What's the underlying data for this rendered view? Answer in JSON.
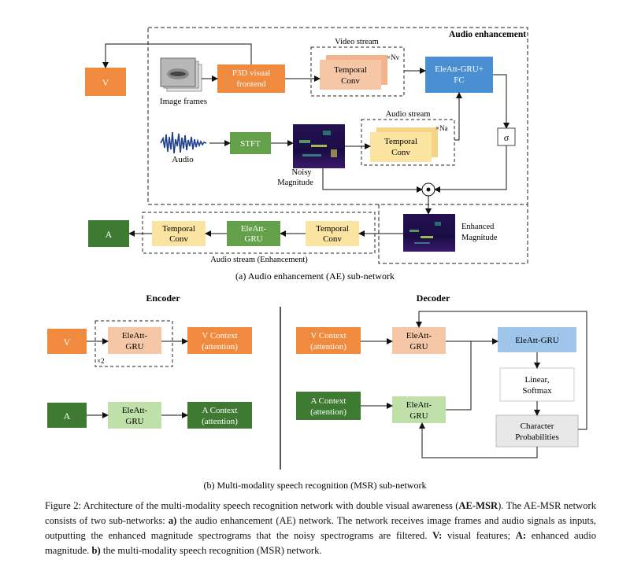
{
  "figure": {
    "ae": {
      "region_title": "Audio enhancement",
      "v_label": "V",
      "image_frames_label": "Image frames",
      "p3d_line1": "P3D visual",
      "p3d_line2": "frontend",
      "video_stream_label": "Video stream",
      "temporal_conv_line1": "Temporal",
      "temporal_conv_line2": "Conv",
      "video_repeat": "×Nv",
      "fusion_line1": "EleAtt-GRU+",
      "fusion_line2": "FC",
      "audio_stream_label": "Audio stream",
      "audio_repeat": "×Na",
      "sigma": "σ",
      "audio_label": "Audio",
      "stft_label": "STFT",
      "noisy_line1": "Noisy",
      "noisy_line2": "Magnitude",
      "multiply_symbol": "⊙",
      "enhanced_line1": "Enhanced",
      "enhanced_line2": "Magnitude",
      "a_label": "A",
      "eleatt_line1": "EleAtt-",
      "eleatt_line2": "GRU",
      "audio_enh_stream_label": "Audio stream (Enhancement)",
      "subcaption": "(a) Audio enhancement (AE) sub-network"
    },
    "msr": {
      "encoder_title": "Encoder",
      "decoder_title": "Decoder",
      "v_label": "V",
      "a_label": "A",
      "eleatt_line1": "EleAtt-",
      "eleatt_line2": "GRU",
      "repeat_label": "×2",
      "vctx_line1": "V Context",
      "vctx_line2": "(attention)",
      "actx_line1": "A Context",
      "actx_line2": "(attention)",
      "dec_gru": "EleAtt-GRU",
      "linear_line1": "Linear,",
      "linear_line2": "Softmax",
      "char_line1": "Character",
      "char_line2": "Probabilities",
      "subcaption": "(b) Multi-modality speech recognition (MSR) sub-network"
    }
  },
  "caption": {
    "p1": "Figure 2: Architecture of the multi-modality speech recognition network with double visual awareness (",
    "b1": "AE-MSR",
    "p2": "). The AE-MSR network consists of two sub-networks: ",
    "b2": "a)",
    "p3": " the audio enhancement (AE) network. The network receives image frames and audio signals as inputs, outputting the enhanced magnitude spectrograms that the noisy spectrograms are filtered. ",
    "b3": "V:",
    "p4": " visual features; ",
    "b4": "A:",
    "p5": " enhanced audio magnitude. ",
    "b5": "b)",
    "p6": " the multi-modality speech recognition (MSR) network."
  },
  "colors": {
    "orange": "#f08a3e",
    "peach": "#f6c7a7",
    "yellow": "#fbe3a2",
    "green": "#65a04b",
    "light_green": "#bfe0a8",
    "dark_green": "#3f7a33",
    "blue": "#4a8fd2",
    "light_blue": "#9fc6ea",
    "spectrogram": "#1e0f4a"
  }
}
